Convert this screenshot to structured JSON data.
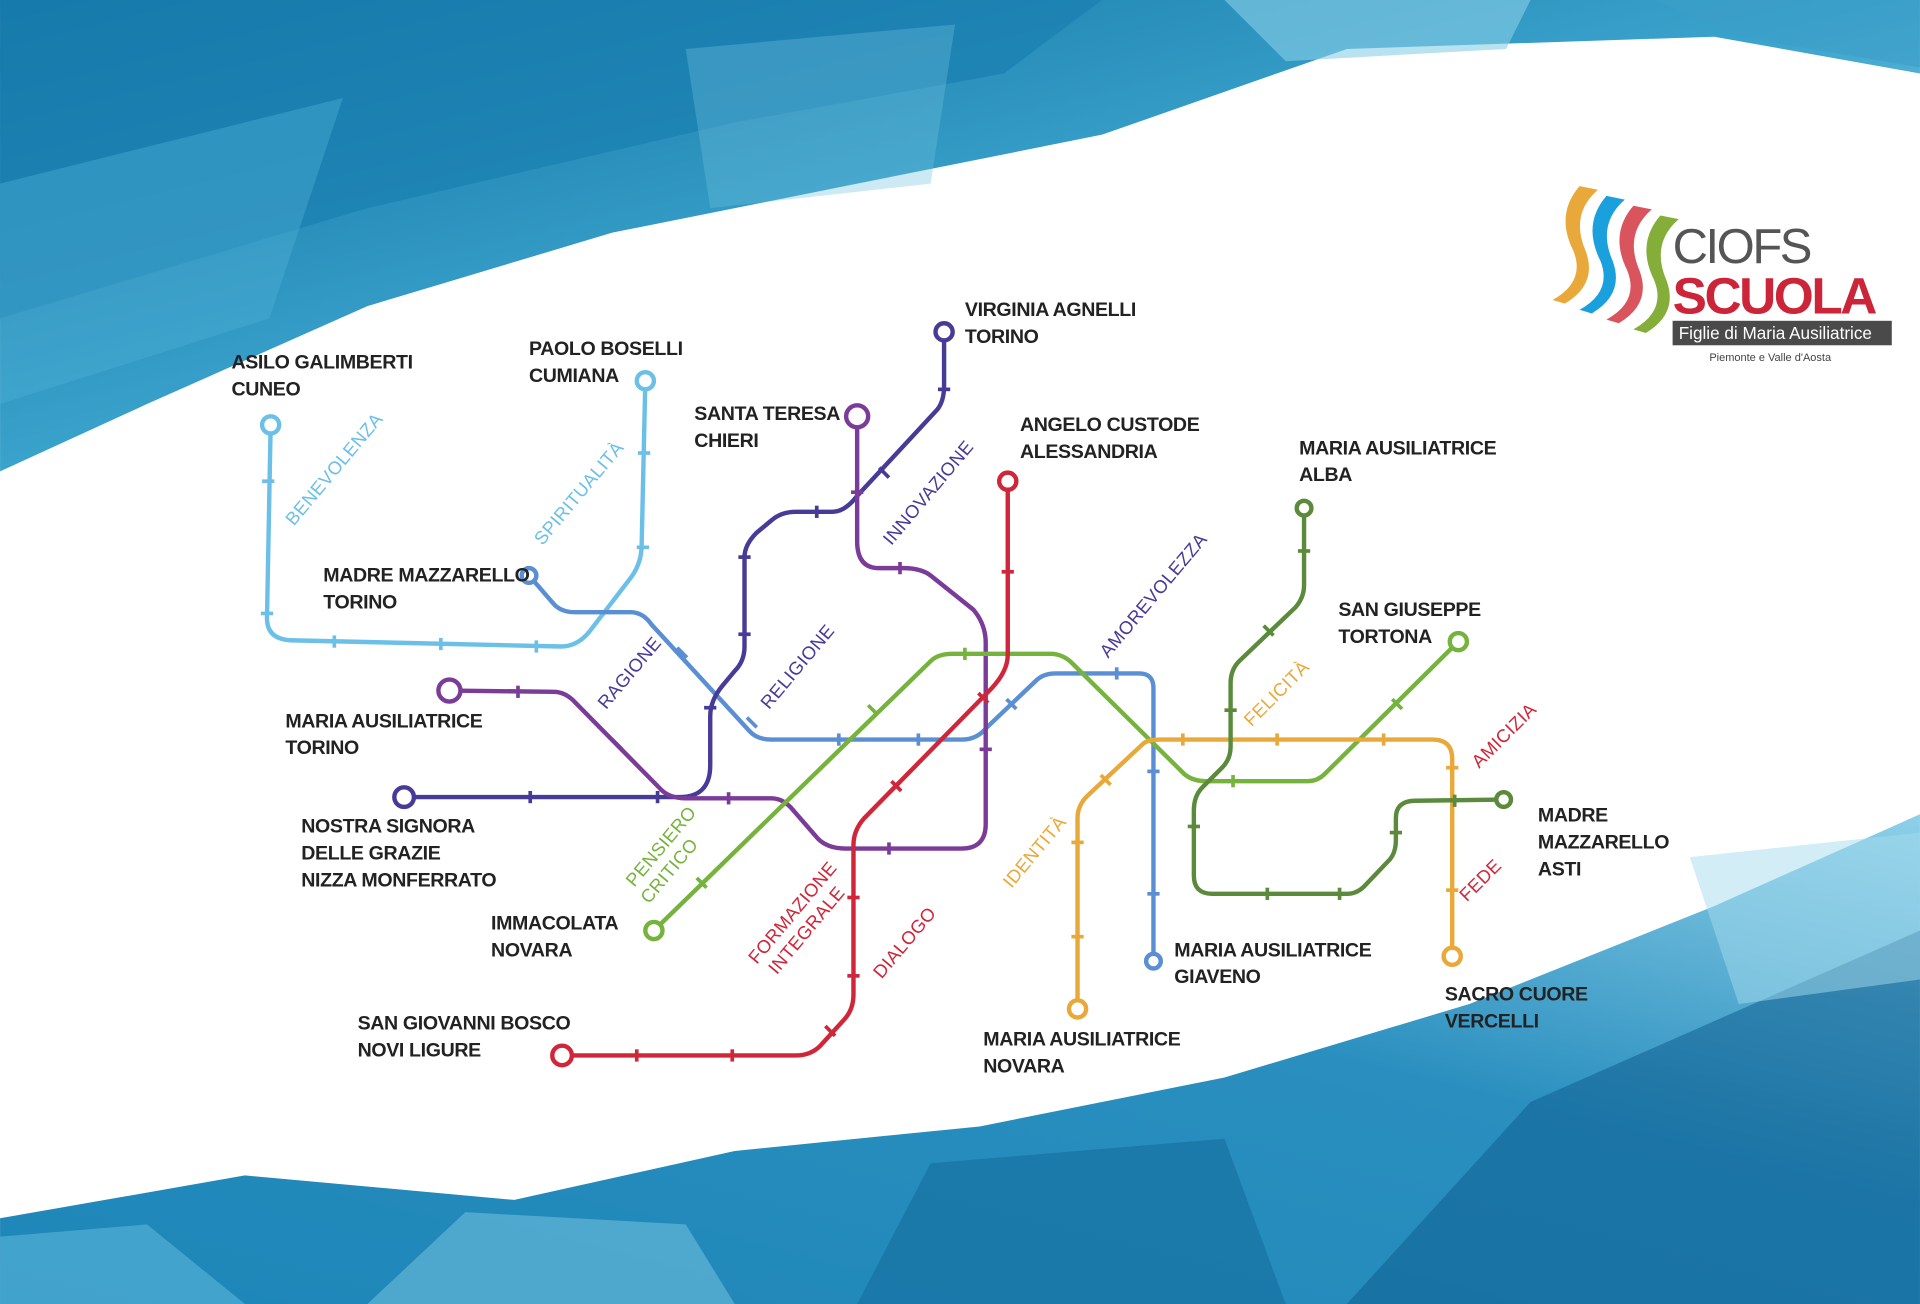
{
  "logo": {
    "brand_line1": "CIOFS",
    "brand_line2": "SCUOLA",
    "tagline": "Figlie di Maria Ausiliatrice",
    "region": "Piemonte e Valle d'Aosta"
  },
  "colors": {
    "light_blue": "#6cc0e8",
    "blue": "#5b8fd4",
    "indigo": "#473b98",
    "purple": "#7b3c99",
    "green": "#76b33d",
    "red": "#d0263a",
    "orange": "#e9a93a",
    "olive": "#5b8a3c"
  },
  "stations": {
    "asilo_galimberti": [
      "ASILO GALIMBERTI",
      "CUNEO"
    ],
    "paolo_boselli": [
      "PAOLO BOSELLI",
      "CUMIANA"
    ],
    "virginia_agnelli": [
      "VIRGINIA AGNELLI",
      "TORINO"
    ],
    "santa_teresa": [
      "SANTA TERESA",
      "CHIERI"
    ],
    "angelo_custode": [
      "ANGELO CUSTODE",
      "ALESSANDRIA"
    ],
    "ma_alba": [
      "MARIA AUSILIATRICE",
      "ALBA"
    ],
    "madre_mazzarello_torino": [
      "MADRE MAZZARELLO",
      "TORINO"
    ],
    "san_giuseppe": [
      "SAN GIUSEPPE",
      "TORTONA"
    ],
    "ma_torino": [
      "MARIA AUSILIATRICE",
      "TORINO"
    ],
    "nostra_signora": [
      "NOSTRA SIGNORA",
      "DELLE GRAZIE",
      "NIZZA MONFERRATO"
    ],
    "madre_mazzarello_asti": [
      "MADRE",
      "MAZZARELLO",
      "ASTI"
    ],
    "immacolata": [
      "IMMACOLATA",
      "NOVARA"
    ],
    "ma_giaveno": [
      "MARIA AUSILIATRICE",
      "GIAVENO"
    ],
    "sacro_cuore": [
      "SACRO CUORE",
      "VERCELLI"
    ],
    "san_giovanni_bosco": [
      "SAN GIOVANNI BOSCO",
      "NOVI LIGURE"
    ],
    "ma_novara": [
      "MARIA AUSILIATRICE",
      "NOVARA"
    ]
  },
  "line_labels": {
    "benevolenza": "BENEVOLENZA",
    "spiritualita": "SPIRITUALITÀ",
    "ragione": "RAGIONE",
    "religione": "RELIGIONE",
    "innovazione": "INNOVAZIONE",
    "amorevolezza": "AMOREVOLEZZA",
    "felicita": "FELICITÀ",
    "amicizia": "AMICIZIA",
    "fede": "FEDE",
    "identita": "IDENTITÀ",
    "pensiero_critico": [
      "PENSIERO",
      "CRITICO"
    ],
    "formazione_integrale": [
      "FORMAZIONE",
      "INTEGRALE"
    ],
    "dialogo": "DIALOGO"
  }
}
